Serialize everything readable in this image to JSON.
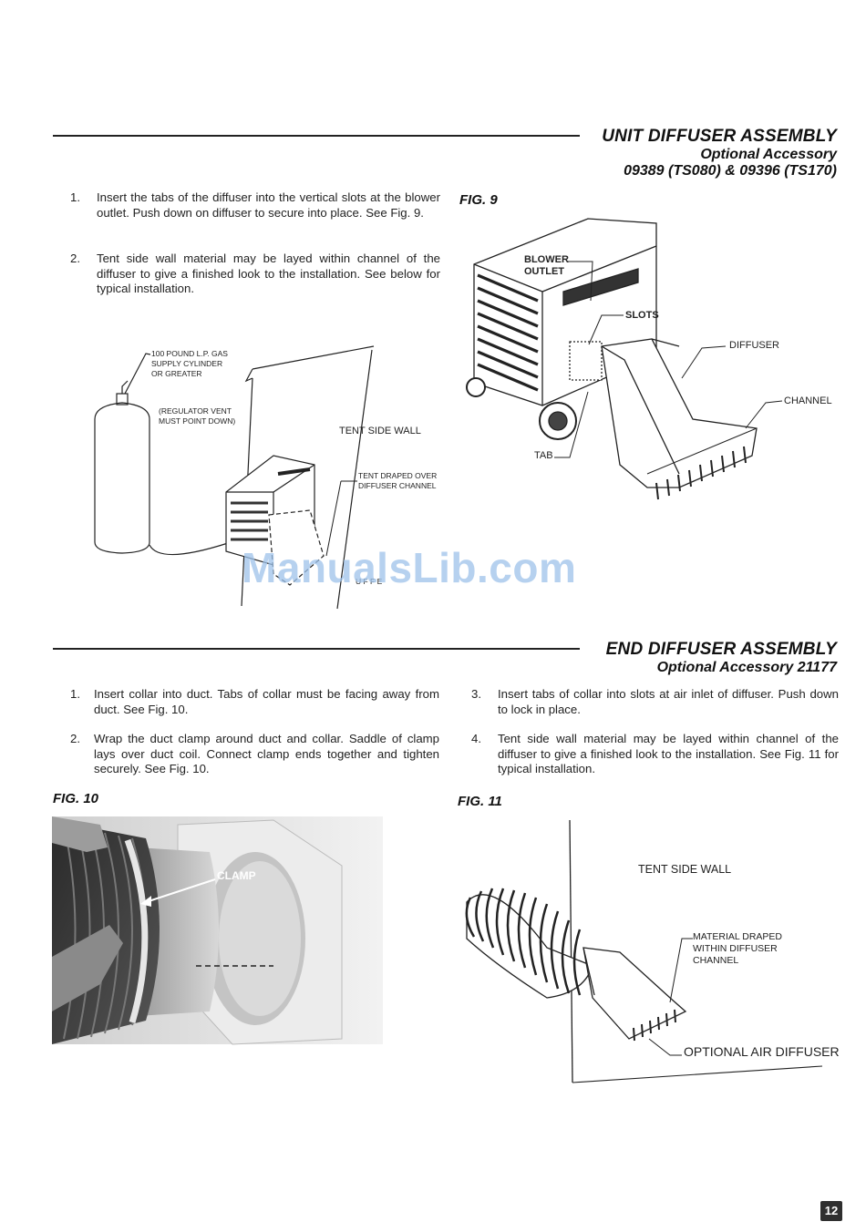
{
  "unit_section": {
    "title": "UNIT DIFFUSER ASSEMBLY",
    "subtitle": "Optional Accessory",
    "part_numbers": "09389 (TS080) & 09396 (TS170)",
    "steps": [
      {
        "num": "1.",
        "text": "Insert the tabs of the diffuser into the vertical slots at the blower outlet.  Push down on diffuser to secure into place.  See Fig. 9."
      },
      {
        "num": "2.",
        "text": "Tent side wall material may be layed within channel of the diffuser to give a finished look to the installation.  See below for typical installation."
      }
    ],
    "install_diagram": {
      "cylinder_label": "100 POUND L.P. GAS SUPPLY CYLINDER OR GREATER",
      "regulator_label": "(REGULATOR VENT MUST POINT DOWN)",
      "wall_label": "TENT SIDE WALL",
      "draped_label": "TENT DRAPED OVER DIFFUSER CHANNEL",
      "partial_label": "U  F  F  E"
    },
    "fig9": {
      "label": "FIG. 9",
      "blower_outlet": "BLOWER OUTLET",
      "slots": "SLOTS",
      "diffuser": "DIFFUSER",
      "channel": "CHANNEL",
      "tab": "TAB"
    }
  },
  "end_section": {
    "title": "END DIFFUSER ASSEMBLY",
    "subtitle": "Optional Accessory 21177",
    "steps": [
      {
        "num": "1.",
        "text": "Insert collar into duct.  Tabs of collar must be facing away from duct.  See Fig. 10."
      },
      {
        "num": "2.",
        "text": "Wrap the duct clamp around duct and collar.  Saddle of clamp lays over duct coil.  Connect clamp ends together and tighten securely.  See Fig. 10."
      },
      {
        "num": "3.",
        "text": "Insert tabs of collar into slots at air inlet of diffuser. Push down to lock in place."
      },
      {
        "num": "4.",
        "text": "Tent side wall material may be layed within channel of the diffuser to give a finished look to the installation.  See Fig. 11 for typical installation."
      }
    ],
    "fig10": {
      "label": "FIG. 10",
      "clamp": "CLAMP"
    },
    "fig11": {
      "label": "FIG. 11",
      "wall": "TENT SIDE WALL",
      "draped": "MATERIAL DRAPED WITHIN DIFFUSER CHANNEL",
      "optional": "OPTIONAL AIR DIFFUSER"
    }
  },
  "watermark": "ManualsLib.com",
  "page_number": "12"
}
